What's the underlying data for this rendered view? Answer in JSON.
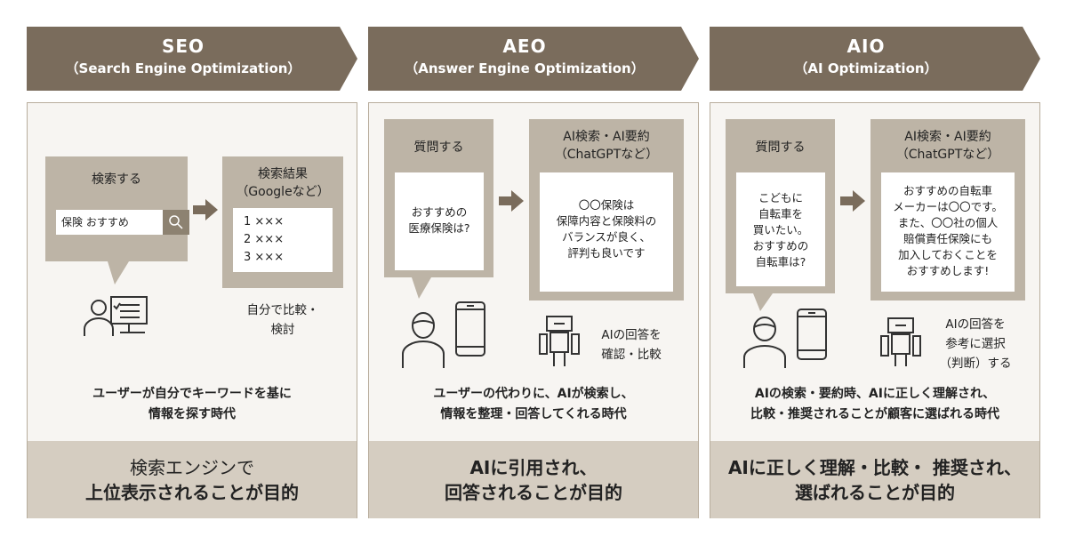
{
  "colors": {
    "banner": "#7a6c5c",
    "card": "#bdb4a6",
    "footer": "#d5cdc1",
    "panel": "#f7f5f2"
  },
  "seo": {
    "title": "SEO",
    "subtitle": "（Search Engine Optimization）",
    "search_card_label": "検索する",
    "search_query": "保険 おすすめ",
    "results_card_label_1": "検索結果",
    "results_card_label_2": "（Googleなど）",
    "results": [
      "1 ×××",
      "2 ×××",
      "3 ×××"
    ],
    "compare_note_1": "自分で比較・",
    "compare_note_2": "検討",
    "desc_1": "ユーザーが自分でキーワードを基に",
    "desc_2": "情報を探す時代",
    "goal_1": "検索エンジンで",
    "goal_2": "上位表示されることが目的"
  },
  "aeo": {
    "title": "AEO",
    "subtitle": "（Answer Engine Optimization）",
    "question_card_label": "質問する",
    "question_1": "おすすめの",
    "question_2": "医療保険は?",
    "ai_card_label_1": "AI検索・AI要約",
    "ai_card_label_2": "（ChatGPTなど）",
    "answer": [
      "〇〇保険は",
      "保障内容と保険料の",
      "バランスが良く、",
      "評判も良いです"
    ],
    "robot_note_1": "AIの回答を",
    "robot_note_2": "確認・比較",
    "desc_1": "ユーザーの代わりに、AIが検索し、",
    "desc_2": "情報を整理・回答してくれる時代",
    "goal_1": "AIに引用され、",
    "goal_2": "回答されることが目的"
  },
  "aio": {
    "title": "AIO",
    "subtitle": "（AI Optimization）",
    "question_card_label": "質問する",
    "question": [
      "こどもに",
      "自転車を",
      "買いたい。",
      "おすすめの",
      "自転車は?"
    ],
    "ai_card_label_1": "AI検索・AI要約",
    "ai_card_label_2": "（ChatGPTなど）",
    "answer": [
      "おすすめの自転車",
      "メーカーは〇〇です。",
      "また、〇〇社の個人",
      "賠償責任保険にも",
      "加入しておくことを",
      "おすすめします!"
    ],
    "robot_note": [
      "AIの回答を",
      "参考に選択",
      "（判断）する"
    ],
    "desc_1": "AIの検索・要約時、AIに正しく理解され、",
    "desc_2": "比較・推奨されることが顧客に選ばれる時代",
    "goal_1": "AIに正しく理解・比較・ 推奨され、",
    "goal_2": "選ばれることが目的"
  }
}
